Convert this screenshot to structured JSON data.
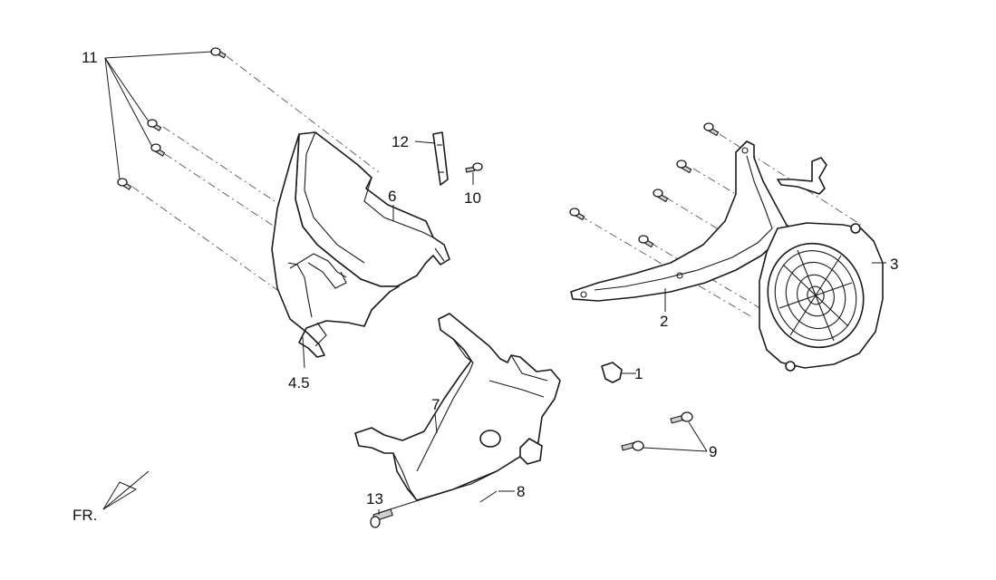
{
  "diagram": {
    "callouts": {
      "c1": "1",
      "c2": "2",
      "c3": "3",
      "c45": "4.5",
      "c6": "6",
      "c7": "7",
      "c8": "8",
      "c9": "9",
      "c10": "10",
      "c11": "11",
      "c12": "12",
      "c13": "13"
    },
    "direction_label": "FR.",
    "colors": {
      "line": "#1a1a1a",
      "background": "#ffffff",
      "shade": "#d9d9d9"
    }
  }
}
